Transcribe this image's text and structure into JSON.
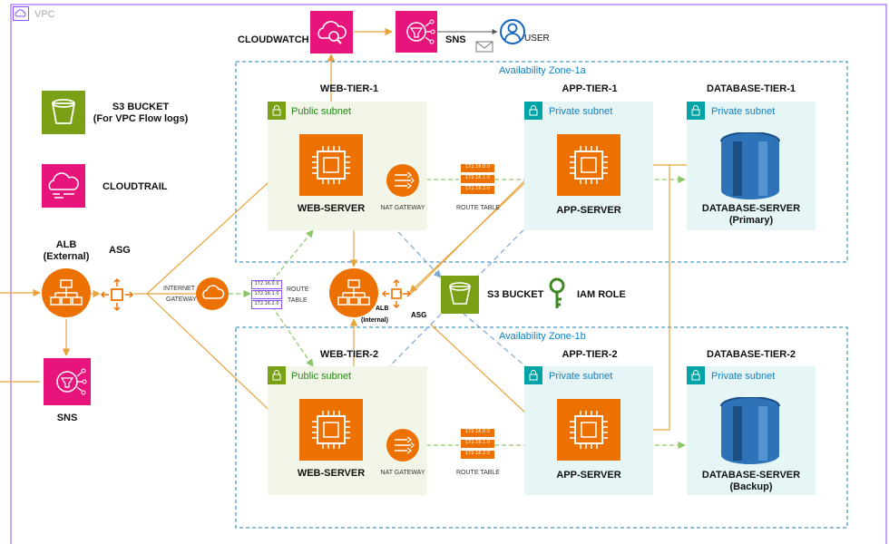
{
  "vpc": {
    "label": "VPC"
  },
  "zones": {
    "a": "Availability Zone-1a",
    "b": "Availability Zone-1b"
  },
  "subnets": {
    "public": "Public subnet",
    "private": "Private subnet"
  },
  "tiers": {
    "web1": "WEB-TIER-1",
    "app1": "APP-TIER-1",
    "db1": "DATABASE-TIER-1",
    "web2": "WEB-TIER-2",
    "app2": "APP-TIER-2",
    "db2": "DATABASE-TIER-2"
  },
  "nodes": {
    "web_server": "WEB-SERVER",
    "app_server": "APP-SERVER",
    "db_primary_1": "DATABASE-SERVER",
    "db_primary_2": "(Primary)",
    "db_backup_1": "DATABASE-SERVER",
    "db_backup_2": "(Backup)",
    "nat_gateway": "NAT GATEWAY",
    "route_table": "ROUTE TABLE",
    "route_entries": [
      "172.16.0.0",
      "172.16.1.0",
      "172.16.2.0"
    ],
    "cloudwatch": "CLOUDWATCH",
    "sns_top": "SNS",
    "user": "USER",
    "s3_flow_1": "S3 BUCKET",
    "s3_flow_2": "(For VPC Flow logs)",
    "cloudtrail": "CLOUDTRAIL",
    "alb_ext_1": "ALB",
    "alb_ext_2": "(External)",
    "asg": "ASG",
    "sns_left": "SNS",
    "internet_gateway_1": "INTERNET",
    "internet_gateway_2": "GATEWAY",
    "route_1": "ROUTE",
    "route_2": "TABLE",
    "alb_int_1": "ALB",
    "alb_int_2": "(Internal)",
    "s3_bucket": "S3 BUCKET",
    "iam_role": "IAM ROLE"
  },
  "colors": {
    "compute": "#ED7100",
    "management": "#E7157B",
    "storage": "#7AA116",
    "database": "#2E73B8",
    "security": "#3F8624",
    "public_subnet_bg": "#F2F6E8",
    "private_subnet_bg": "#E6F6F7",
    "vpc_border": "#8C4FFF",
    "az_border": "#147EBA",
    "line_orange": "#E8A33C",
    "line_green": "#8DC66A",
    "line_blue": "#7FA7D1"
  }
}
